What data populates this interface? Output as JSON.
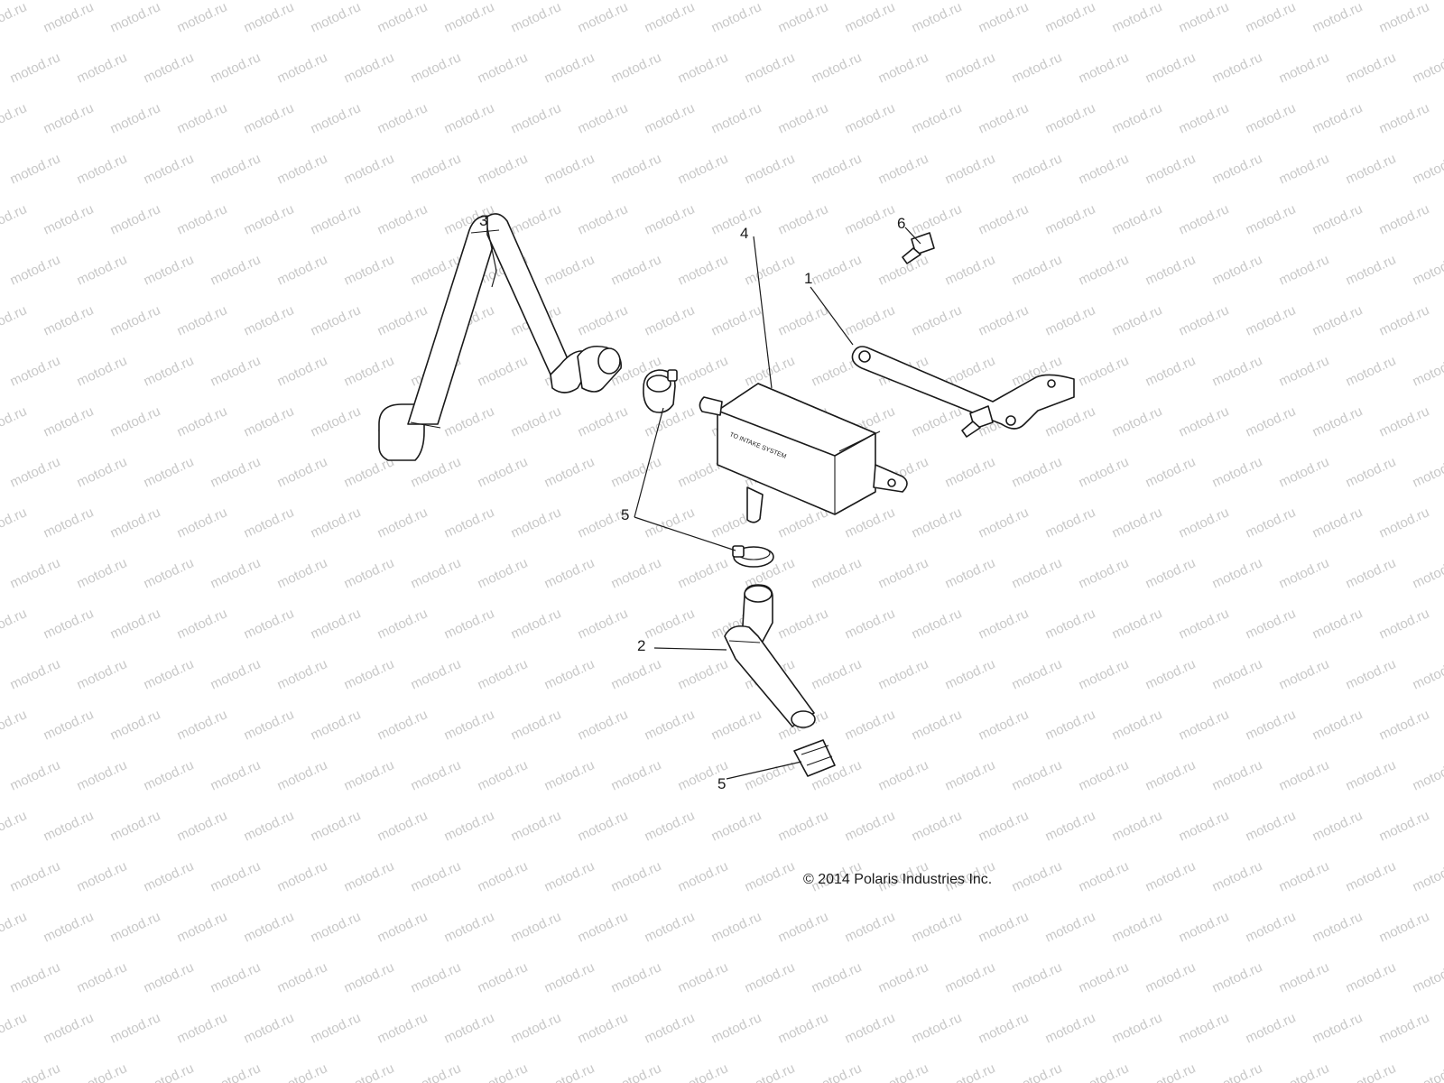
{
  "watermark": {
    "text": "motod.ru",
    "color": "#c8c8c8"
  },
  "copyright": "© 2014 Polaris Industries Inc.",
  "callouts": [
    {
      "id": "1",
      "label": "1",
      "part": "mounting-bracket"
    },
    {
      "id": "2",
      "label": "2",
      "part": "lower-hose"
    },
    {
      "id": "3",
      "label": "3",
      "part": "upper-hose"
    },
    {
      "id": "4",
      "label": "4",
      "part": "canister"
    },
    {
      "id": "5a",
      "label": "5",
      "part": "upper-clamps"
    },
    {
      "id": "5b",
      "label": "5",
      "part": "lower-clamp"
    },
    {
      "id": "6",
      "label": "6",
      "part": "push-rivet"
    }
  ]
}
